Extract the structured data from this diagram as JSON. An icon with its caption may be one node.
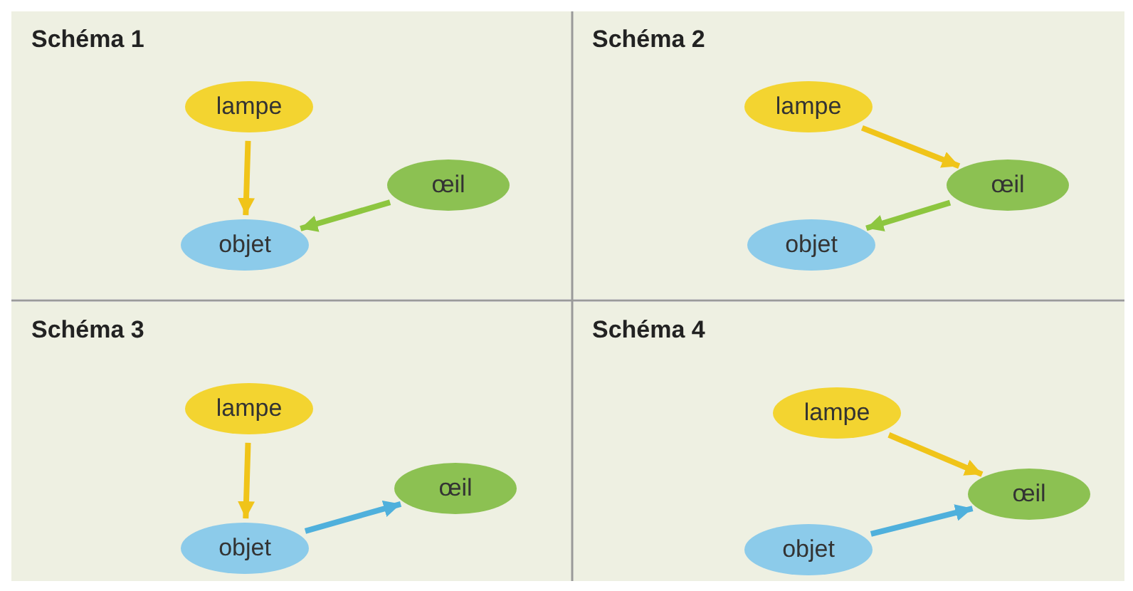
{
  "diagram": {
    "nodes": [
      {
        "text": [
          "Schéma 1"
        ]
      },
      {
        "text": [
          "lampe"
        ],
        "in": 0
      },
      {
        "text": [
          "œil"
        ],
        "in": 0
      },
      {
        "text": [
          "objet"
        ],
        "in": 0
      },
      {
        "text": [
          "Schéma 2"
        ]
      },
      {
        "text": [
          "lampe"
        ],
        "in": 4
      },
      {
        "text": [
          "œil"
        ],
        "in": 4
      },
      {
        "text": [
          "objet"
        ],
        "in": 4
      },
      {
        "text": [
          "Schéma 3"
        ]
      },
      {
        "text": [
          "lampe"
        ],
        "in": 8
      },
      {
        "text": [
          "œil"
        ],
        "in": 8
      },
      {
        "text": [
          "objet"
        ],
        "in": 8
      },
      {
        "text": [
          "Schéma 4"
        ]
      },
      {
        "text": [
          "lampe"
        ],
        "in": 12
      },
      {
        "text": [
          "œil"
        ],
        "in": 12
      },
      {
        "text": [
          "objet"
        ],
        "in": 12
      }
    ],
    "edges": [
      {
        "from": 1,
        "to": 3,
        "arrow": "to"
      },
      {
        "from": 2,
        "to": 3,
        "arrow": "to",
        "color": "#8dc63f"
      },
      {
        "from": 5,
        "to": 6,
        "arrow": "to"
      },
      {
        "from": 6,
        "to": 7,
        "arrow": "to",
        "color": "#8dc63f"
      },
      {
        "from": 9,
        "to": 11,
        "arrow": "to"
      },
      {
        "from": 11,
        "to": 10,
        "arrow": "to",
        "color": "#4fb0dc"
      },
      {
        "from": 13,
        "to": 14,
        "arrow": "to"
      },
      {
        "from": 15,
        "to": 14,
        "arrow": "to",
        "color": "#4fb0dc"
      }
    ]
  }
}
